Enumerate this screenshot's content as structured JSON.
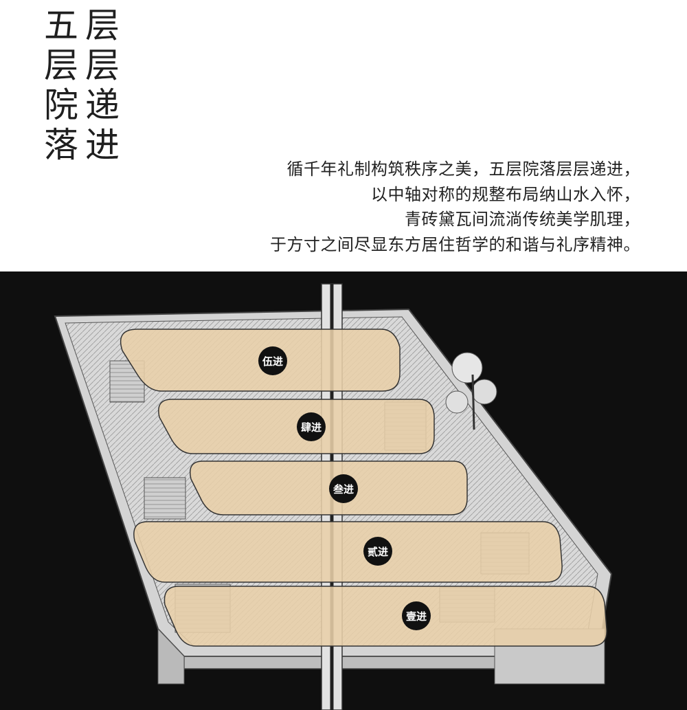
{
  "title": {
    "col1": [
      "五",
      "层",
      "院",
      "落"
    ],
    "col2": [
      "层",
      "层",
      "递",
      "进"
    ]
  },
  "description": [
    "循千年礼制构筑秩序之美，五层院落层层递进，",
    "以中轴对称的规整布局纳山水入怀，",
    "青砖黛瓦间流淌传统美学肌理，",
    "于方寸之间尽显东方居住哲学的和谐与礼序精神。"
  ],
  "courtyards": [
    {
      "label": "伍进"
    },
    {
      "label": "肆进"
    },
    {
      "label": "叁进"
    },
    {
      "label": "贰进"
    },
    {
      "label": "壹进"
    }
  ],
  "colors": {
    "background_top": "#ffffff",
    "background_plan": "#0f0f0f",
    "band_fill": "#e8cfa8",
    "badge_fill": "#111111"
  }
}
